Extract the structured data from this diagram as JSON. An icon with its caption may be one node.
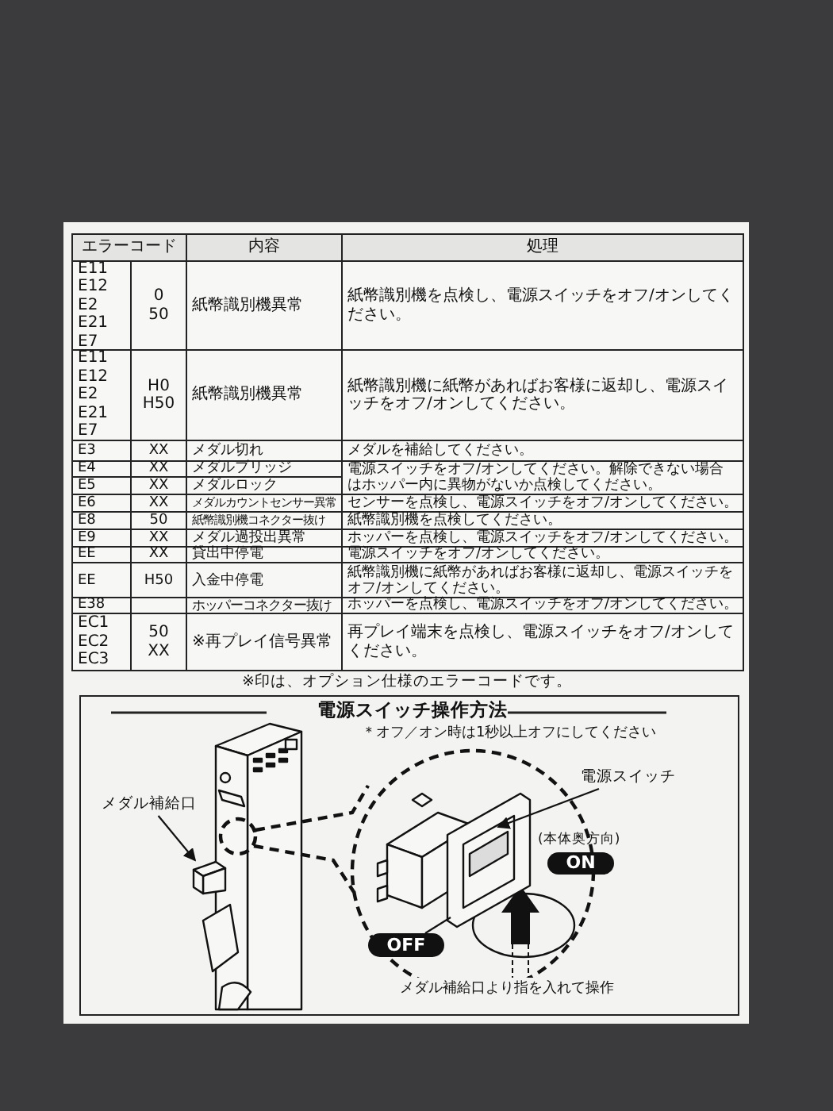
{
  "diagram": {
    "nodes": [
      {
        "text": [
          "メダル補給口"
        ]
      },
      {
        "text": [],
        "shape": "box"
      },
      {
        "text": [
          "電源スイッチ"
        ]
      },
      {
        "text": [],
        "shape": "picture"
      },
      {
        "text": [
          "ON"
        ],
        "beside": [
          "(本体奥方向)"
        ]
      },
      {
        "text": [
          "OFF"
        ]
      }
    ],
    "edges": [
      {
        "from": 0,
        "to": 1,
        "arrow": "to"
      },
      {
        "from": 2,
        "to": 3,
        "arrow": "to"
      },
      {
        "from": 5,
        "to": 3,
        "arrow": "none"
      }
    ],
    "labels": [
      "エラーコード",
      "内容",
      "処理",
      "E11 E12 E2 E21 E7",
      "0 50",
      "紙幣識別機異常",
      "紙幣識別機を点検し、電源スイッチをオフ/オンしてください。",
      "E11 E12 E2 E21 E7",
      "H0 H50",
      "紙幣識別機異常",
      "紙幣識別機に紙幣があればお客様に返却し、電源スイッチをオフ/オンしてください。",
      "E3",
      "XX",
      "メダル切れ",
      "メダルを補給してください。",
      "E4",
      "XX",
      "メダルブリッジ",
      "電源スイッチをオフ/オンしてください。解除できない場合はホッパー内に異物がないか点検してください。",
      "E5",
      "XX",
      "メダルロック",
      "E6",
      "XX",
      "メダルカウントセンサー異常",
      "センサーを点検し、電源スイッチをオフ/オンしてください。",
      "E8",
      "50",
      "紙幣識別機コネクター抜け",
      "紙幣識別機を点検してください。",
      "E9",
      "XX",
      "メダル過投出異常",
      "ホッパーを点検し、電源スイッチをオフ/オンしてください。",
      "EE",
      "XX",
      "貸出中停電",
      "電源スイッチをオフ/オンしてください。",
      "EE",
      "H50",
      "入金中停電",
      "紙幣識別機に紙幣があればお客様に返却し、電源スイッチをオフ/オンしてください。",
      "E38",
      "ホッパーコネクター抜け",
      "ホッパーを点検し、電源スイッチをオフ/オンしてください。",
      "EC1 EC2 EC3",
      "50 XX",
      "※再プレイ信号異常",
      "再プレイ端末を点検し、電源スイッチをオフ/オンしてください。",
      "※印は、オプション仕様のエラーコードです。",
      "電源スイッチ操作方法",
      "＊オフ／オン時は1秒以上オフにしてください",
      "メダル補給口より指を入れて操作"
    ]
  }
}
